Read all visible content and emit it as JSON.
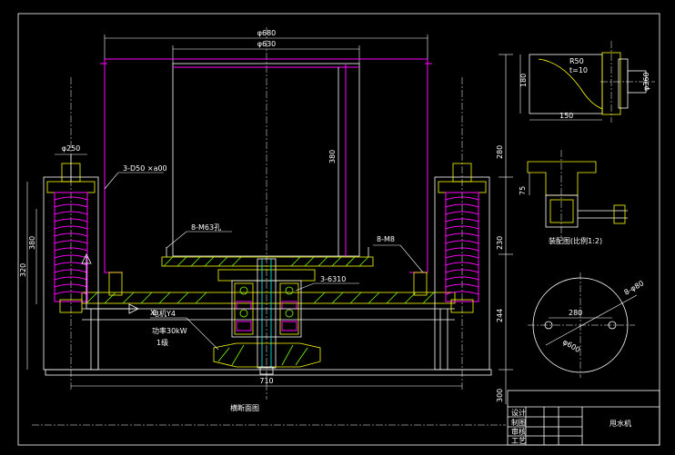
{
  "title_block": {
    "drawing_name": "甩水机",
    "rows": [
      "设计",
      "制图",
      "审核",
      "工艺"
    ]
  },
  "main_view": {
    "dim_top_outer": "φ680",
    "dim_top_inner": "φ630",
    "dim_spring_top": "φ250",
    "label_bolts_d50": "3-D50 ×a00",
    "label_m63": "8-M63孔",
    "label_m8": "8-M8",
    "label_bearing": "3-6310",
    "label_motor": "电机Y4",
    "label_motor_power": "功率30kW",
    "label_motor_speed": "1级",
    "dim_drum_height": "380",
    "dim_right_1": "280",
    "dim_right_2": "230",
    "dim_right_3": "244",
    "dim_right_4": "300",
    "dim_left_1": "320",
    "dim_left_2": "380",
    "dim_bottom": "710",
    "bottom_caption": "横断面图",
    "axis_x_label": "X"
  },
  "detail_a": {
    "dim_left": "180",
    "dim_bottom": "150",
    "note_top": "R50",
    "note_sub": "t=10",
    "dim_right": "φ360"
  },
  "detail_b": {
    "dim_left": "75",
    "caption": "装配图(比例1:2)"
  },
  "detail_c": {
    "dim_center": "280",
    "label_holes": "8-φ80",
    "label_dia": "φ600"
  }
}
